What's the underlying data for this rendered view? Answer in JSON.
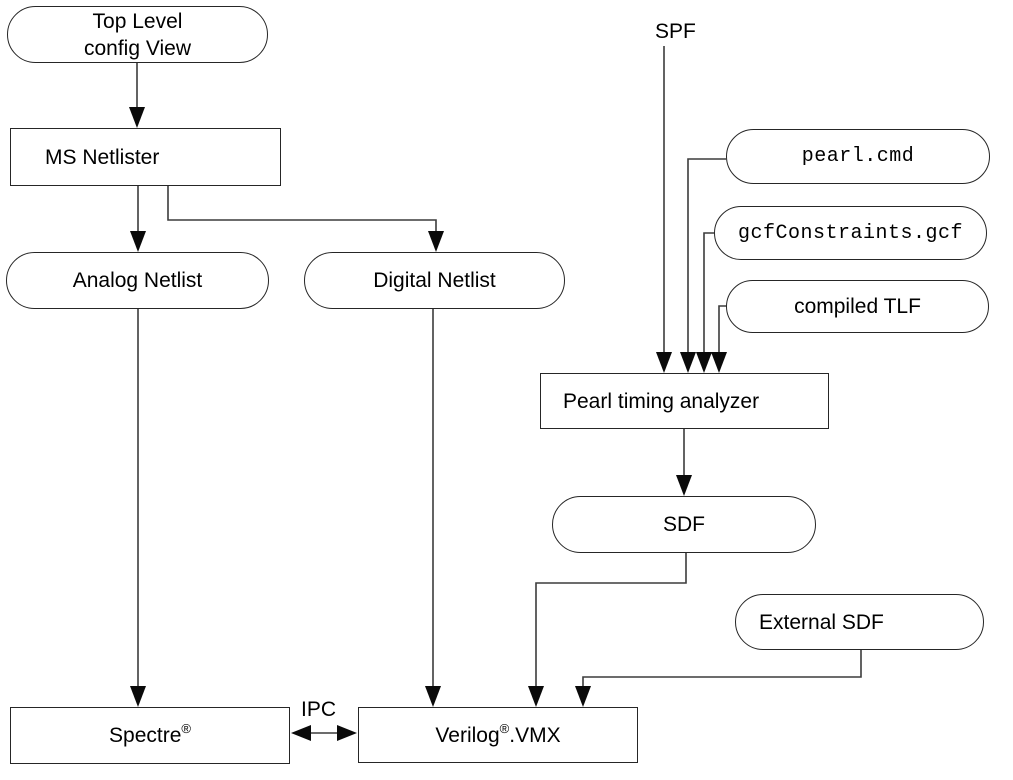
{
  "diagram": {
    "colors": {
      "background": "#ffffff",
      "connector": "#3c3c3c",
      "arrowhead": "#0a0a0a",
      "node_border": "#262626",
      "text": "#000000"
    },
    "nodes": {
      "top_level_config_view": {
        "shape": "stadium",
        "label_lines": [
          "Top Level",
          "config View"
        ]
      },
      "ms_netlister": {
        "shape": "rect",
        "label": "MS Netlister"
      },
      "analog_netlist": {
        "shape": "stadium",
        "label": "Analog Netlist"
      },
      "digital_netlist": {
        "shape": "stadium",
        "label": "Digital Netlist"
      },
      "pearl_cmd": {
        "shape": "stadium",
        "font": "monospace",
        "label": "pearl.cmd"
      },
      "gcf_constraints_gcf": {
        "shape": "stadium",
        "font": "monospace",
        "label": "gcfConstraints.gcf"
      },
      "compiled_tlf": {
        "shape": "stadium",
        "label": "compiled TLF"
      },
      "pearl_timing_analyzer": {
        "shape": "rect",
        "label": "Pearl timing analyzer"
      },
      "sdf": {
        "shape": "stadium",
        "label": "SDF"
      },
      "external_sdf": {
        "shape": "stadium",
        "label": "External SDF"
      },
      "spectre": {
        "shape": "rect",
        "label_base": "Spectre",
        "label_sup": "®"
      },
      "verilog_vmx": {
        "shape": "rect",
        "label_base": "Verilog",
        "label_sup": "®",
        "label_suffix": ".VMX"
      }
    },
    "floating_labels": {
      "spf": "SPF",
      "ipc": "IPC"
    },
    "edges": [
      {
        "from": "top_level_config_view",
        "to": "ms_netlister",
        "type": "arrow"
      },
      {
        "from": "ms_netlister",
        "to": "analog_netlist",
        "type": "arrow"
      },
      {
        "from": "ms_netlister",
        "to": "digital_netlist",
        "type": "arrow"
      },
      {
        "from": "analog_netlist",
        "to": "spectre",
        "type": "arrow"
      },
      {
        "from": "digital_netlist",
        "to": "verilog_vmx",
        "type": "arrow"
      },
      {
        "from": "spf",
        "to": "pearl_timing_analyzer",
        "type": "arrow"
      },
      {
        "from": "pearl_cmd",
        "to": "pearl_timing_analyzer",
        "type": "arrow"
      },
      {
        "from": "gcf_constraints_gcf",
        "to": "pearl_timing_analyzer",
        "type": "arrow"
      },
      {
        "from": "compiled_tlf",
        "to": "pearl_timing_analyzer",
        "type": "arrow"
      },
      {
        "from": "pearl_timing_analyzer",
        "to": "sdf",
        "type": "arrow"
      },
      {
        "from": "sdf",
        "to": "verilog_vmx",
        "type": "arrow"
      },
      {
        "from": "external_sdf",
        "to": "verilog_vmx",
        "type": "arrow"
      },
      {
        "from": "spectre",
        "to": "verilog_vmx",
        "type": "double-arrow",
        "label": "IPC"
      }
    ]
  }
}
